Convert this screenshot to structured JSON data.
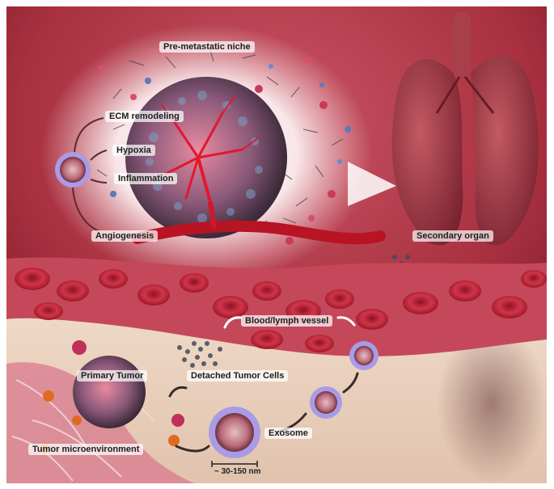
{
  "labels": {
    "pre_metastatic_niche": "Pre-metastatic niche",
    "ecm_remodeling": "ECM remodeling",
    "hypoxia": "Hypoxia",
    "inflammation": "Inflammation",
    "angiogenesis": "Angiogenesis",
    "secondary_organ": "Secondary organ",
    "blood_lymph_vessel": "Blood/lymph vessel",
    "primary_tumor": "Primary Tumor",
    "detached_tumor_cells": "Detached Tumor Cells",
    "exosome": "Exosome",
    "tumor_microenvironment": "Tumor microenvironment",
    "size_scale": "~ 30-150 nm"
  },
  "colors": {
    "background_top": "#b8404f",
    "background_bottom": "#7a1e2c",
    "tissue": "#e8d2c0",
    "blood_cell": "#c8283a",
    "tumor": "#c96a7a",
    "exosome_ring": "#8a7bd6",
    "niche_glow": "#ffffff"
  }
}
